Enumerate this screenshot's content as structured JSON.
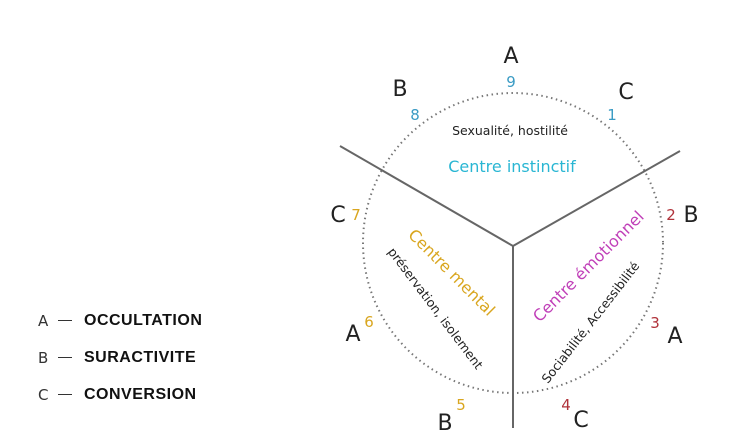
{
  "colors": {
    "instinctif": "#29b6d3",
    "mental": "#d9a61f",
    "emotionnel": "#c03fb8",
    "num_blue": "#3a9bc4",
    "num_red": "#b0323a",
    "num_gold": "#d9a61f",
    "line": "#666666"
  },
  "centers": {
    "instinctif": {
      "name": "Centre instinctif",
      "subtitle": "Sexualité, hostilité"
    },
    "mental": {
      "name": "Centre mental",
      "subtitle": "préservation, isolement"
    },
    "emotionnel": {
      "name": "Centre émotionnel",
      "subtitle": "Sociabilité, Accessibilité"
    }
  },
  "points": [
    {
      "number": "9",
      "letter": "A"
    },
    {
      "number": "1",
      "letter": "C"
    },
    {
      "number": "2",
      "letter": "B"
    },
    {
      "number": "3",
      "letter": "A"
    },
    {
      "number": "4",
      "letter": "C"
    },
    {
      "number": "5",
      "letter": "B"
    },
    {
      "number": "6",
      "letter": "A"
    },
    {
      "number": "7",
      "letter": "C"
    },
    {
      "number": "8",
      "letter": "B"
    }
  ],
  "legend": [
    {
      "key": "A",
      "label": "OCCULTATION"
    },
    {
      "key": "B",
      "label": "SURACTIVITE"
    },
    {
      "key": "C",
      "label": "CONVERSION"
    }
  ]
}
